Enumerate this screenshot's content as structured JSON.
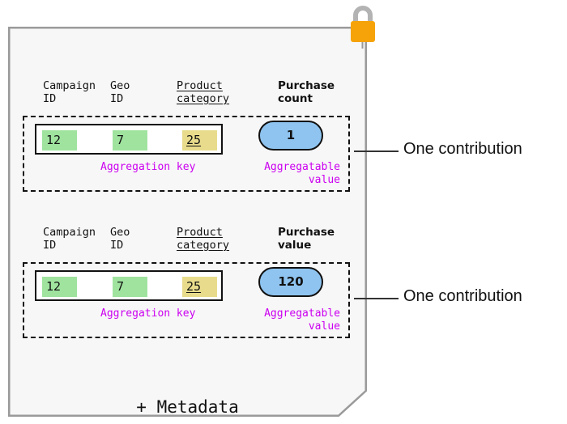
{
  "document_card": {
    "background_color": "#f7f7f7",
    "border_color": "#9a9a9a",
    "lock_icon_name": "padlock-icon",
    "lock_body_color": "#f5a309",
    "lock_shackle_color": "#b0b0b0",
    "footer_text": "+ Metadata"
  },
  "palette": {
    "key_green": "#9fe39f",
    "key_yellow": "#e8dc8c",
    "value_blue": "#8fc4f0",
    "caption_magenta": "#cc00f0",
    "outline_black": "#111111"
  },
  "contributions": [
    {
      "headers": {
        "campaign_id": "Campaign\nID",
        "geo_id": "Geo\nID",
        "product_category": "Product\ncategory",
        "measure": "Purchase\ncount"
      },
      "aggregation_key": {
        "campaign_id": "12",
        "geo_id": "7",
        "product_category": "25"
      },
      "aggregatable_value": "1",
      "captions": {
        "key": "Aggregation key",
        "value": "Aggregatable\nvalue"
      },
      "annotation": "One contribution"
    },
    {
      "headers": {
        "campaign_id": "Campaign\nID",
        "geo_id": "Geo\nID",
        "product_category": "Product\ncategory",
        "measure": "Purchase\nvalue"
      },
      "aggregation_key": {
        "campaign_id": "12",
        "geo_id": "7",
        "product_category": "25"
      },
      "aggregatable_value": "120",
      "captions": {
        "key": "Aggregation key",
        "value": "Aggregatable\nvalue"
      },
      "annotation": "One contribution"
    }
  ]
}
